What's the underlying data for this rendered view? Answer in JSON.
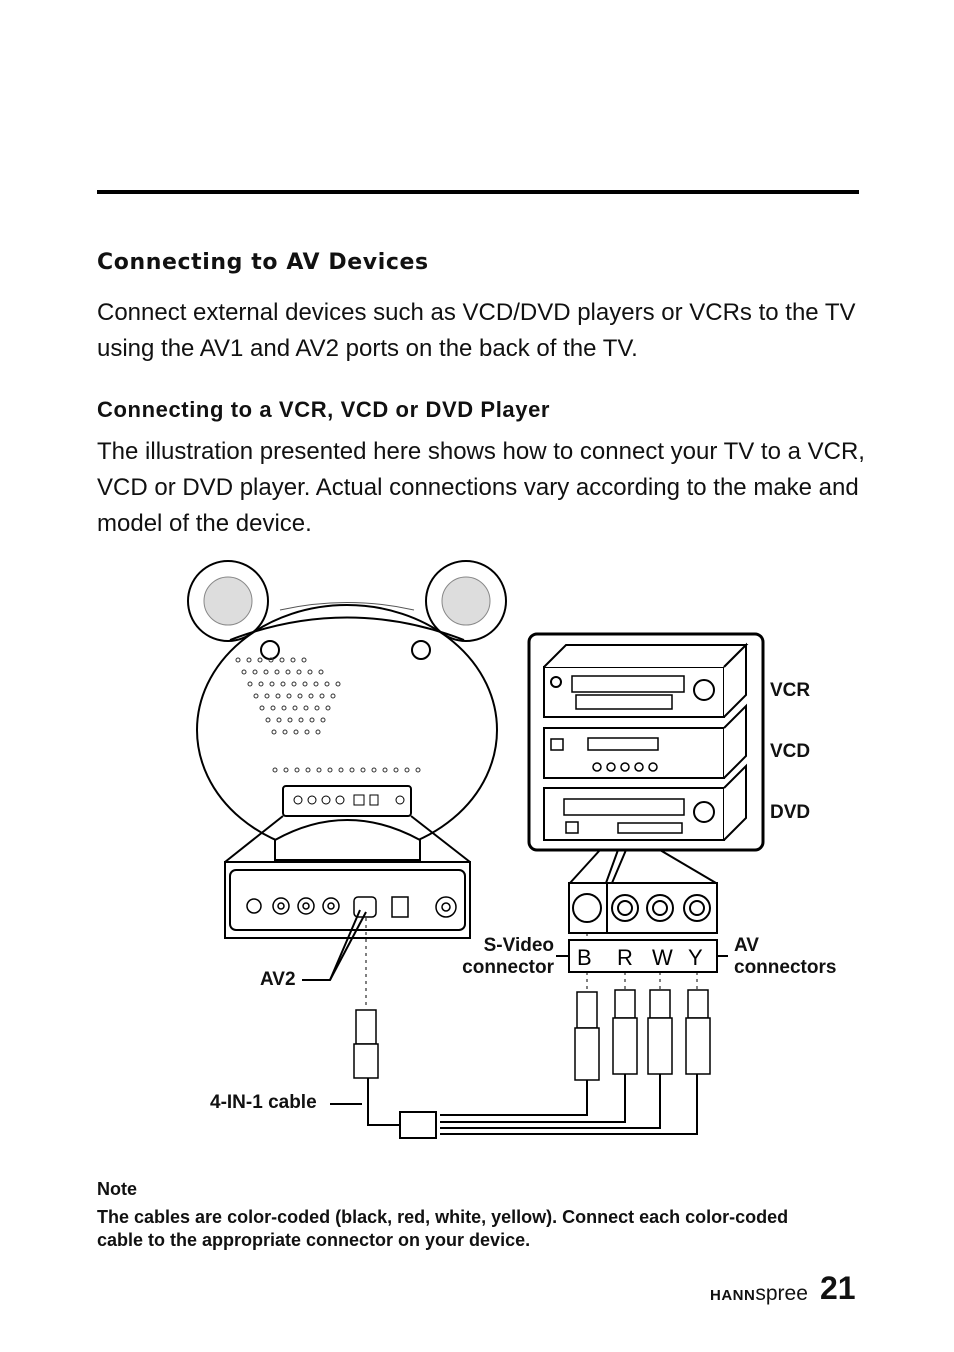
{
  "heading": "Connecting to AV Devices",
  "intro": "Connect external devices such as VCD/DVD players or VCRs to the TV using the AV1 and AV2 ports on the back of the TV.",
  "subheading": "Connecting to a VCR, VCD or DVD Player",
  "body": "The illustration presented here shows how to connect your TV to a VCR, VCD or DVD player. Actual connections vary according to the make and model of the device.",
  "illustration": {
    "labels": {
      "vcr": "VCR",
      "vcd": "VCD",
      "dvd": "DVD",
      "svideo_line1": "S-Video",
      "svideo_line2": "connector",
      "av_line1": "AV",
      "av_line2": "connectors",
      "av2": "AV2",
      "cable": "4-IN-1 cable"
    },
    "connector_letters": [
      "B",
      "R",
      "W",
      "Y"
    ]
  },
  "note": {
    "title": "Note",
    "text": "The cables are color-coded (black, red, white, yellow). Connect each color-coded cable to the appropriate connector on your device."
  },
  "footer": {
    "brand_bold": "HANN",
    "brand_light": "spree",
    "page_number": "21"
  }
}
